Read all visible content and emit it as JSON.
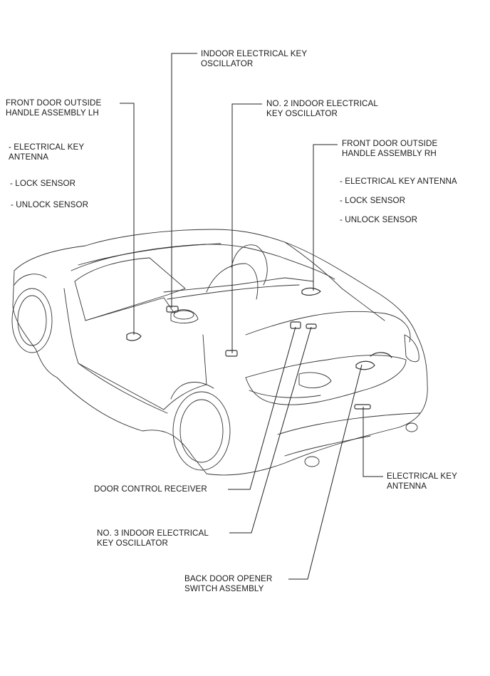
{
  "labels": {
    "indoor_osc": [
      "INDOOR ELECTRICAL KEY",
      "OSCILLATOR"
    ],
    "front_lh": [
      "FRONT DOOR OUTSIDE",
      "HANDLE ASSEMBLY LH"
    ],
    "front_lh_items": [
      "- ELECTRICAL KEY",
      "ANTENNA",
      "- LOCK SENSOR",
      "- UNLOCK SENSOR"
    ],
    "no2_osc": [
      "NO. 2 INDOOR ELECTRICAL",
      "KEY OSCILLATOR"
    ],
    "front_rh": [
      "FRONT DOOR OUTSIDE",
      "HANDLE ASSEMBLY RH"
    ],
    "front_rh_items": [
      "- ELECTRICAL KEY ANTENNA",
      "- LOCK SENSOR",
      "- UNLOCK SENSOR"
    ],
    "door_receiver": "DOOR CONTROL RECEIVER",
    "no3_osc": [
      "NO. 3 INDOOR ELECTRICAL",
      "KEY OSCILLATOR"
    ],
    "back_door": [
      "BACK DOOR OPENER",
      "SWITCH ASSEMBLY"
    ],
    "key_antenna": [
      "ELECTRICAL KEY",
      "ANTENNA"
    ]
  },
  "colors": {
    "line": "#333333",
    "text": "#1a1a1a",
    "background": "#ffffff"
  }
}
